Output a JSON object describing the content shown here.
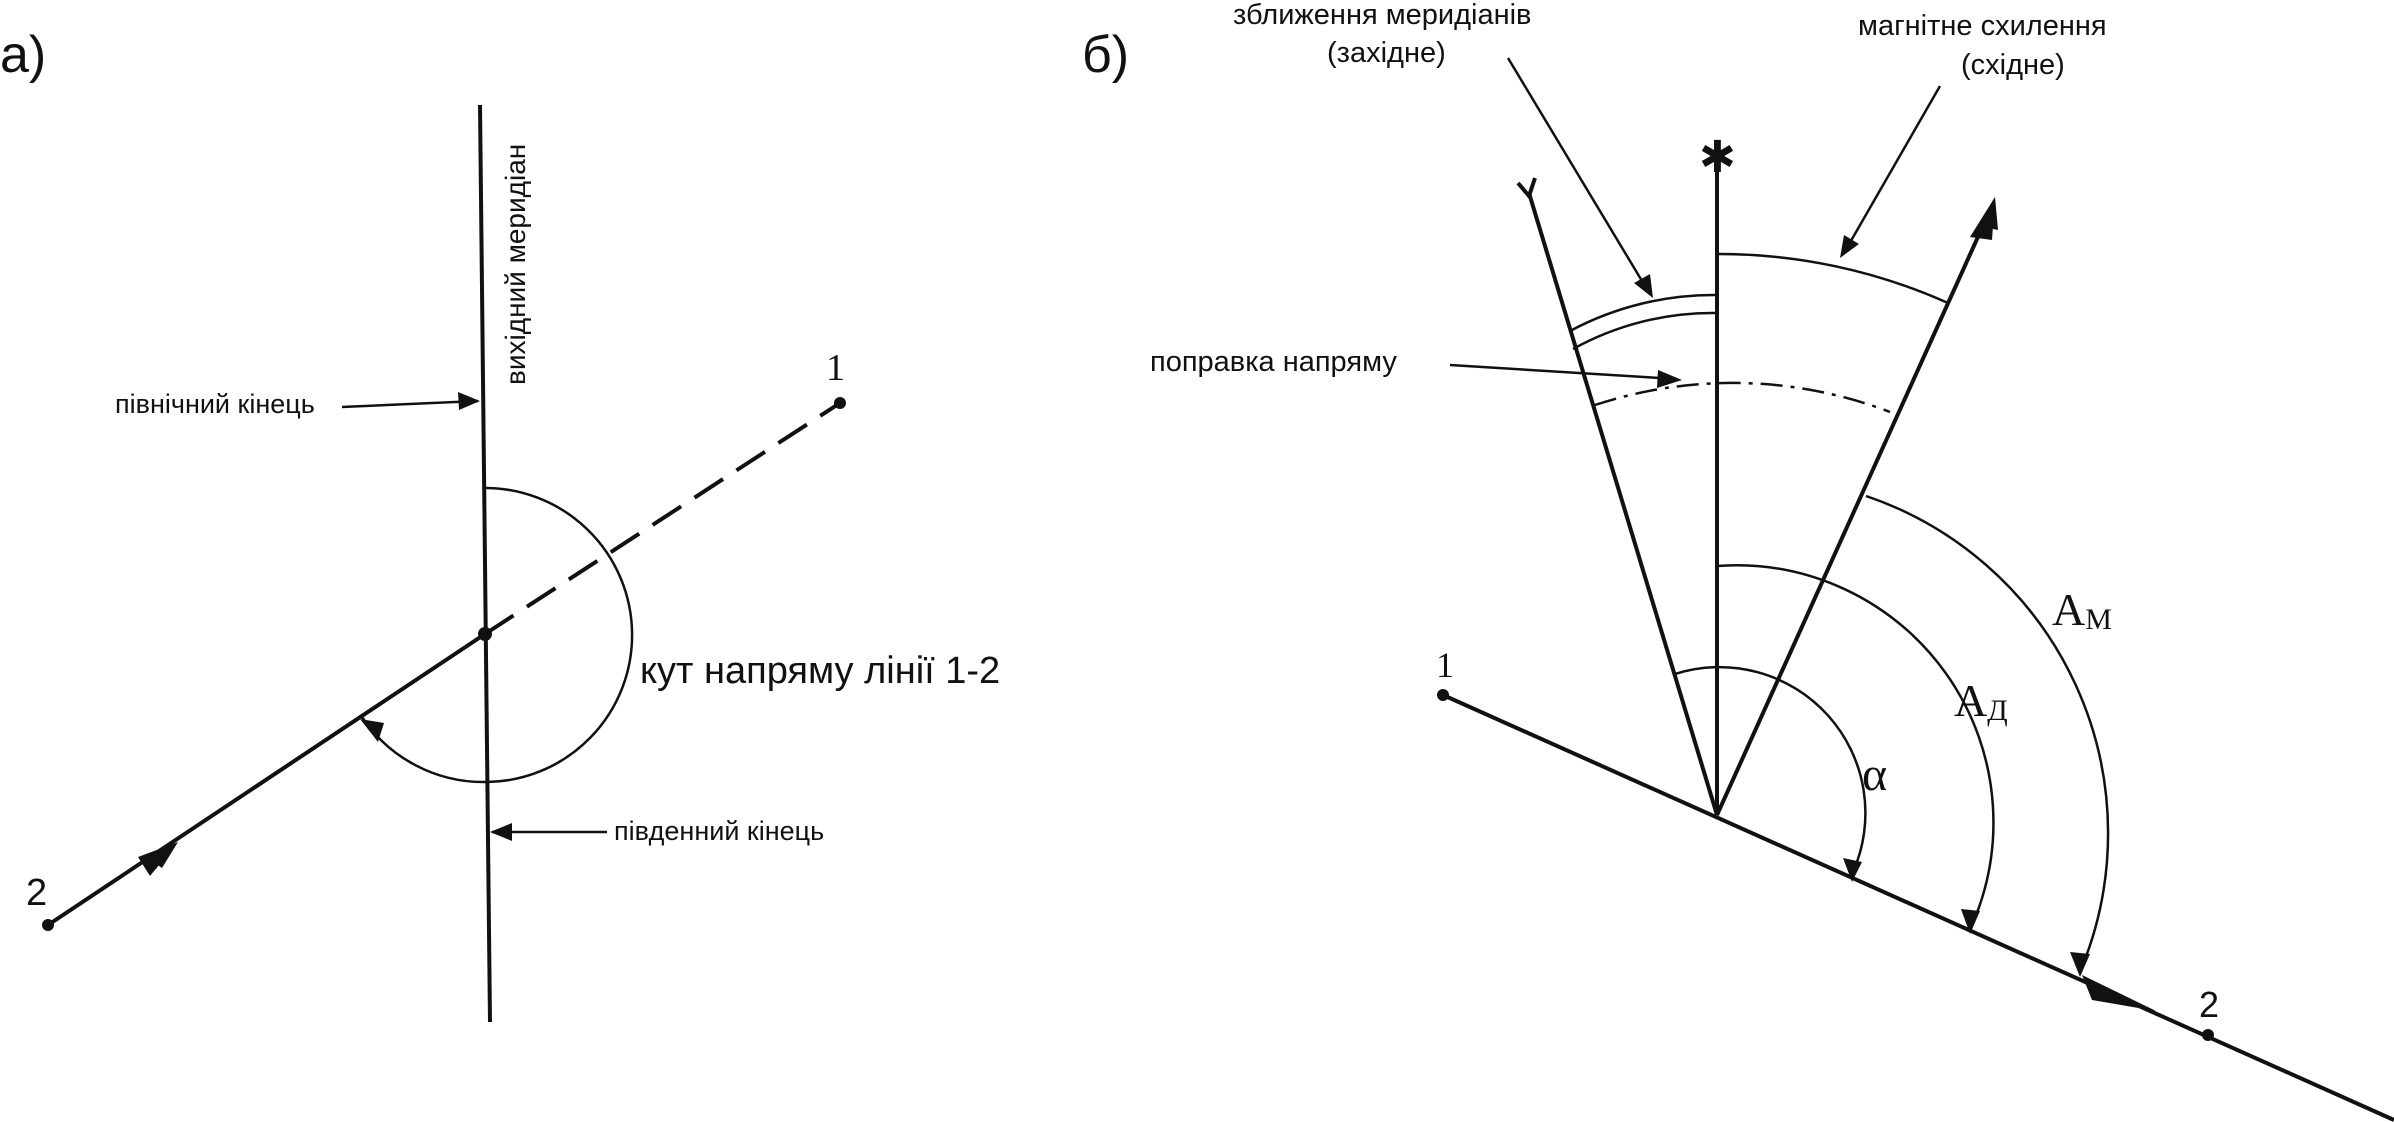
{
  "panel_a": {
    "label": "а)",
    "meridian_label": "вихідний меридіан",
    "north_end_label": "північний кінець",
    "south_end_label": "південний кінець",
    "angle_label": "кут напряму лінії 1-2",
    "point1": "1",
    "point2": "2"
  },
  "panel_b": {
    "label": "б)",
    "convergence_label_line1": "зближення меридіанів",
    "convergence_label_line2": "(західне)",
    "declination_label_line1": "магнітне схилення",
    "declination_label_line2": "(східне)",
    "correction_label": "поправка напряму",
    "alpha_label": "α",
    "true_azimuth_main": "А",
    "true_azimuth_sub": "Д",
    "magnetic_azimuth_main": "А",
    "magnetic_azimuth_sub": "М",
    "point1": "1",
    "point2": "2",
    "star_symbol": "✱"
  }
}
